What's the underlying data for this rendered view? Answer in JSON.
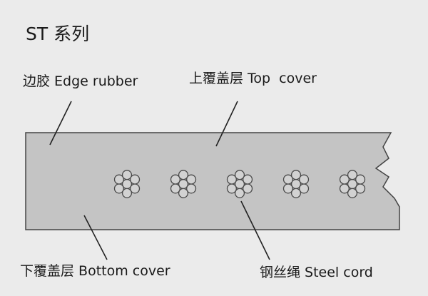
{
  "title": "ST 系列",
  "labels": {
    "edge_rubber": "边胶 Edge rubber",
    "top_cover": "上覆盖层 Top  cover",
    "bottom_cover": "下覆盖层 Bottom cover",
    "steel_cord": "钢丝绳 Steel cord"
  },
  "steel_cord_count": 5,
  "colors": {
    "background": "#ebebeb",
    "belt_fill": "#c4c4c4",
    "outline": "#444444",
    "text": "#1a1a1a"
  }
}
